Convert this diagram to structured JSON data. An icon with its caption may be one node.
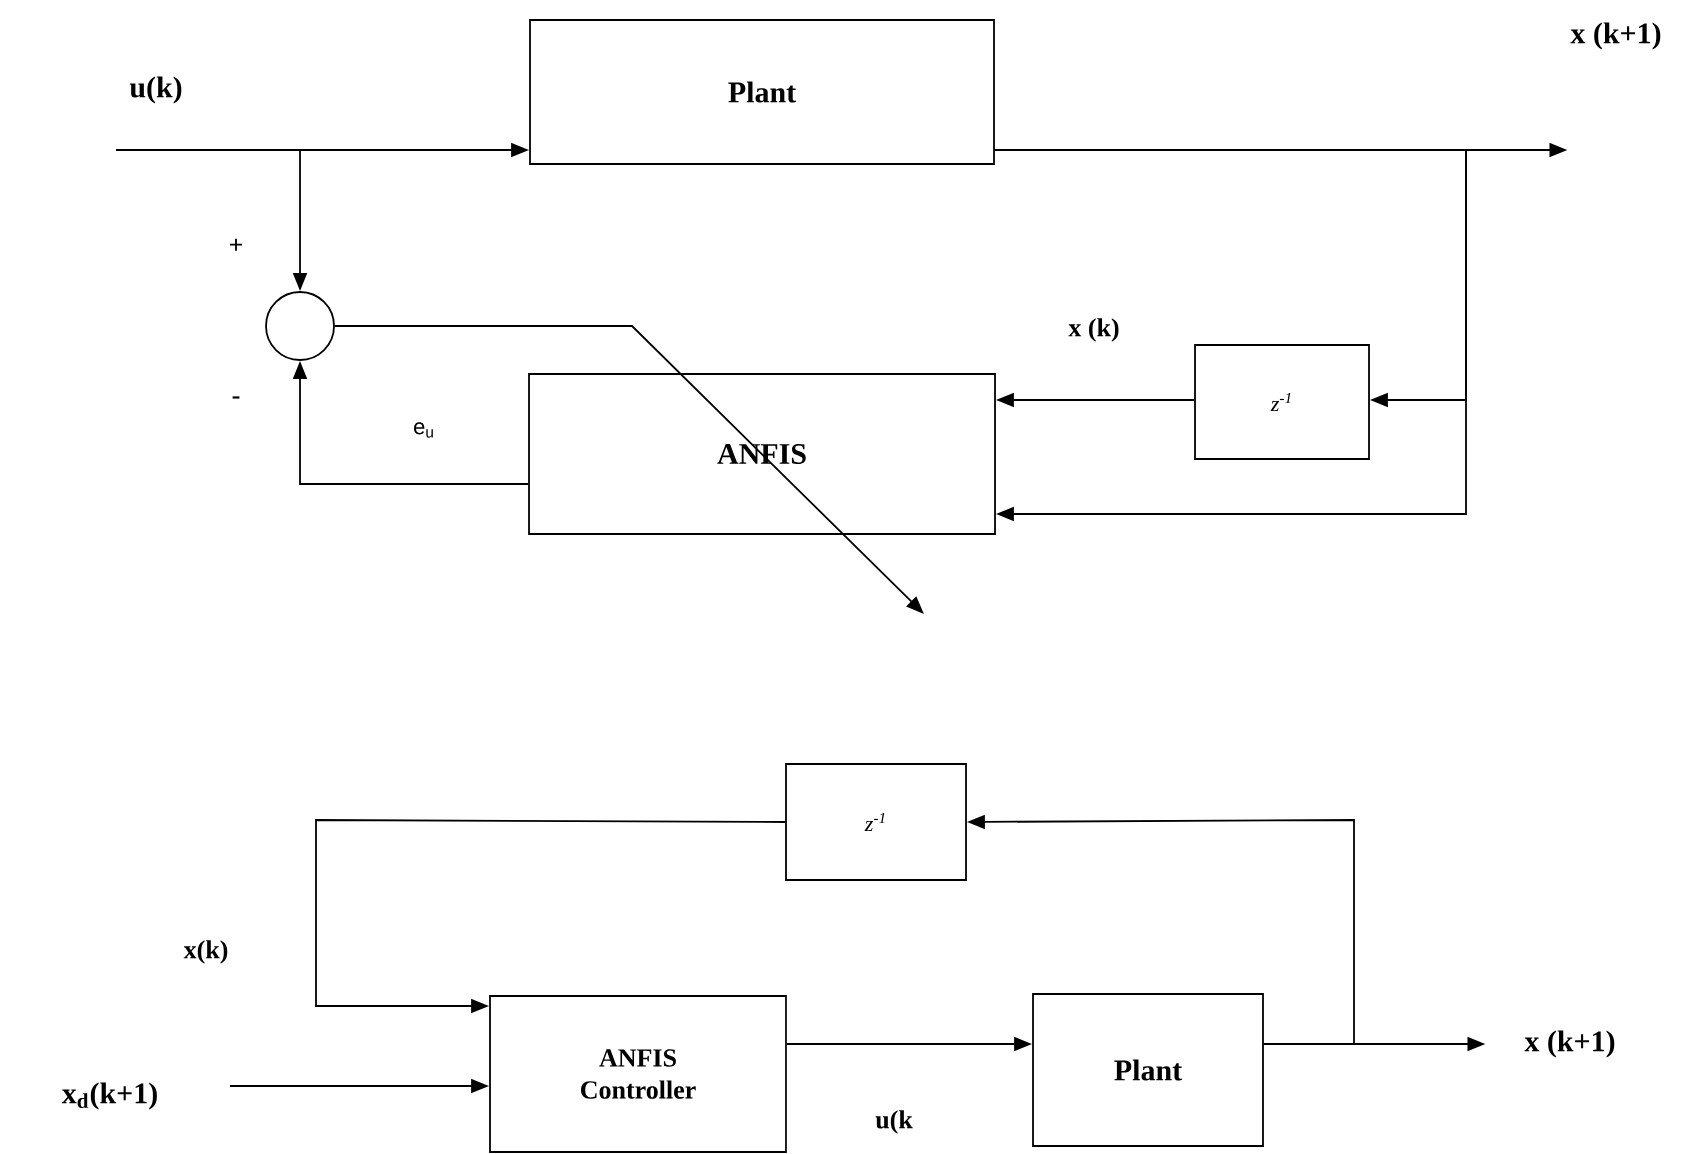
{
  "diagram": {
    "nodes": [
      {
        "text": [
          "Plant"
        ]
      },
      {
        "text": [],
        "shape": "circle"
      },
      {
        "text": [
          "ANFIS"
        ]
      },
      {
        "text": [
          "z$^{-1}$"
        ]
      },
      {
        "text": [
          "x (k+1)"
        ]
      },
      {
        "text": [
          "z$^{-1}$"
        ]
      },
      {
        "text": [
          "ANFIS Controller"
        ]
      },
      {
        "text": [
          "Plant"
        ]
      },
      {
        "text": [
          "x (k+1)"
        ]
      }
    ],
    "edges": [
      {
        "from": null,
        "to": 0,
        "arrow": "to"
      },
      {
        "from": null,
        "to": 1,
        "arrow": "to"
      },
      {
        "from": 0,
        "to": 4,
        "arrow": "to"
      },
      {
        "from": 0,
        "to": 3,
        "arrow": "to"
      },
      {
        "from": 0,
        "to": 2,
        "arrow": "to"
      },
      {
        "from": 3,
        "to": 2,
        "arrow": "to",
        "label": "x (k)"
      },
      {
        "from": 2,
        "to": 1,
        "arrow": "to",
        "label": "e$_{u}$"
      },
      {
        "from": 1,
        "to": null,
        "arrow": "to"
      },
      {
        "from": 5,
        "to": 6,
        "arrow": "to",
        "label": "x(k)"
      },
      {
        "from": null,
        "to": 6,
        "arrow": "to"
      },
      {
        "from": 6,
        "to": 7,
        "arrow": "to",
        "label": "u(k"
      },
      {
        "from": 7,
        "to": 8,
        "arrow": "to"
      },
      {
        "from": 7,
        "to": 5,
        "arrow": "to"
      }
    ],
    "labels": [
      "u(k)",
      "+",
      "-",
      "x$_{d}$(k+1)"
    ]
  }
}
